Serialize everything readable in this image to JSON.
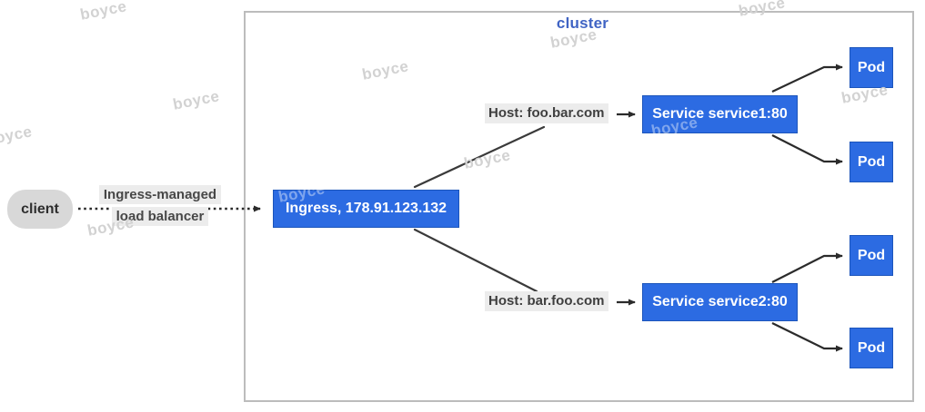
{
  "watermark": {
    "text": "boyce"
  },
  "colors": {
    "node_blue": "#2c6be2",
    "node_border_blue": "#1c55bb",
    "cluster_border_gray": "#bcbcbc",
    "cluster_label_blue": "#4064c4",
    "label_highlight_gray": "#ececec",
    "client_fill_gray": "#d8d8d8",
    "line_dark": "#3a3a3a"
  },
  "cluster": {
    "label": "cluster"
  },
  "client": {
    "label": "client"
  },
  "load_balancer": {
    "line1": "Ingress-managed",
    "line2": "load balancer"
  },
  "nodes": {
    "ingress": "Ingress, 178.91.123.132",
    "service1": "Service service1:80",
    "service2": "Service service2:80",
    "pod": "Pod"
  },
  "routes": {
    "host1": "Host: foo.bar.com",
    "host2": "Host: bar.foo.com"
  }
}
